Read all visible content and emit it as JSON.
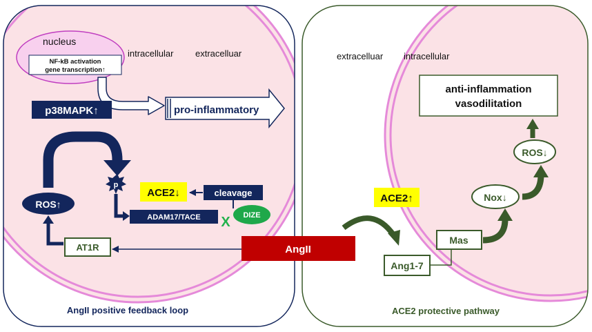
{
  "left_panel": {
    "caption": "AngII positive feedback loop",
    "nucleus": "nucleus",
    "nfkb_line1": "NF-kB activation",
    "nfkb_line2": "gene transcription↑",
    "intracellular": "intracellular",
    "extracellular": "extracelluar",
    "pro_inflammatory": "pro-inflammatory",
    "p38": "p38MAPK↑",
    "p_label": "p",
    "ros": "ROS↑",
    "ace2_down": "ACE2↓",
    "cleavage": "cleavage",
    "adam17": "ADAM17/TACE",
    "x_mark": "X",
    "dize": "DIZE",
    "at1r": "AT1R"
  },
  "center": {
    "angii": "AngII"
  },
  "right_panel": {
    "caption": "ACE2 protective pathway",
    "extracellular": "extracelluar",
    "intracellular": "intracellular",
    "anti_line1": "anti-inflammation",
    "anti_line2": "vasodilitation",
    "ros_down": "ROS↓",
    "nox_down": "Nox↓",
    "ace2_up": "ACE2↑",
    "mas": "Mas",
    "ang17": "Ang1-7"
  },
  "colors": {
    "navy": "#13265c",
    "dark_green": "#3a5a2a",
    "cell_pink": "#fbe2e6",
    "membrane": "#e58ad9",
    "yellow": "#ffff00",
    "red": "#c00000",
    "dize_green": "#1fa84a",
    "x_green": "#22b14c"
  }
}
